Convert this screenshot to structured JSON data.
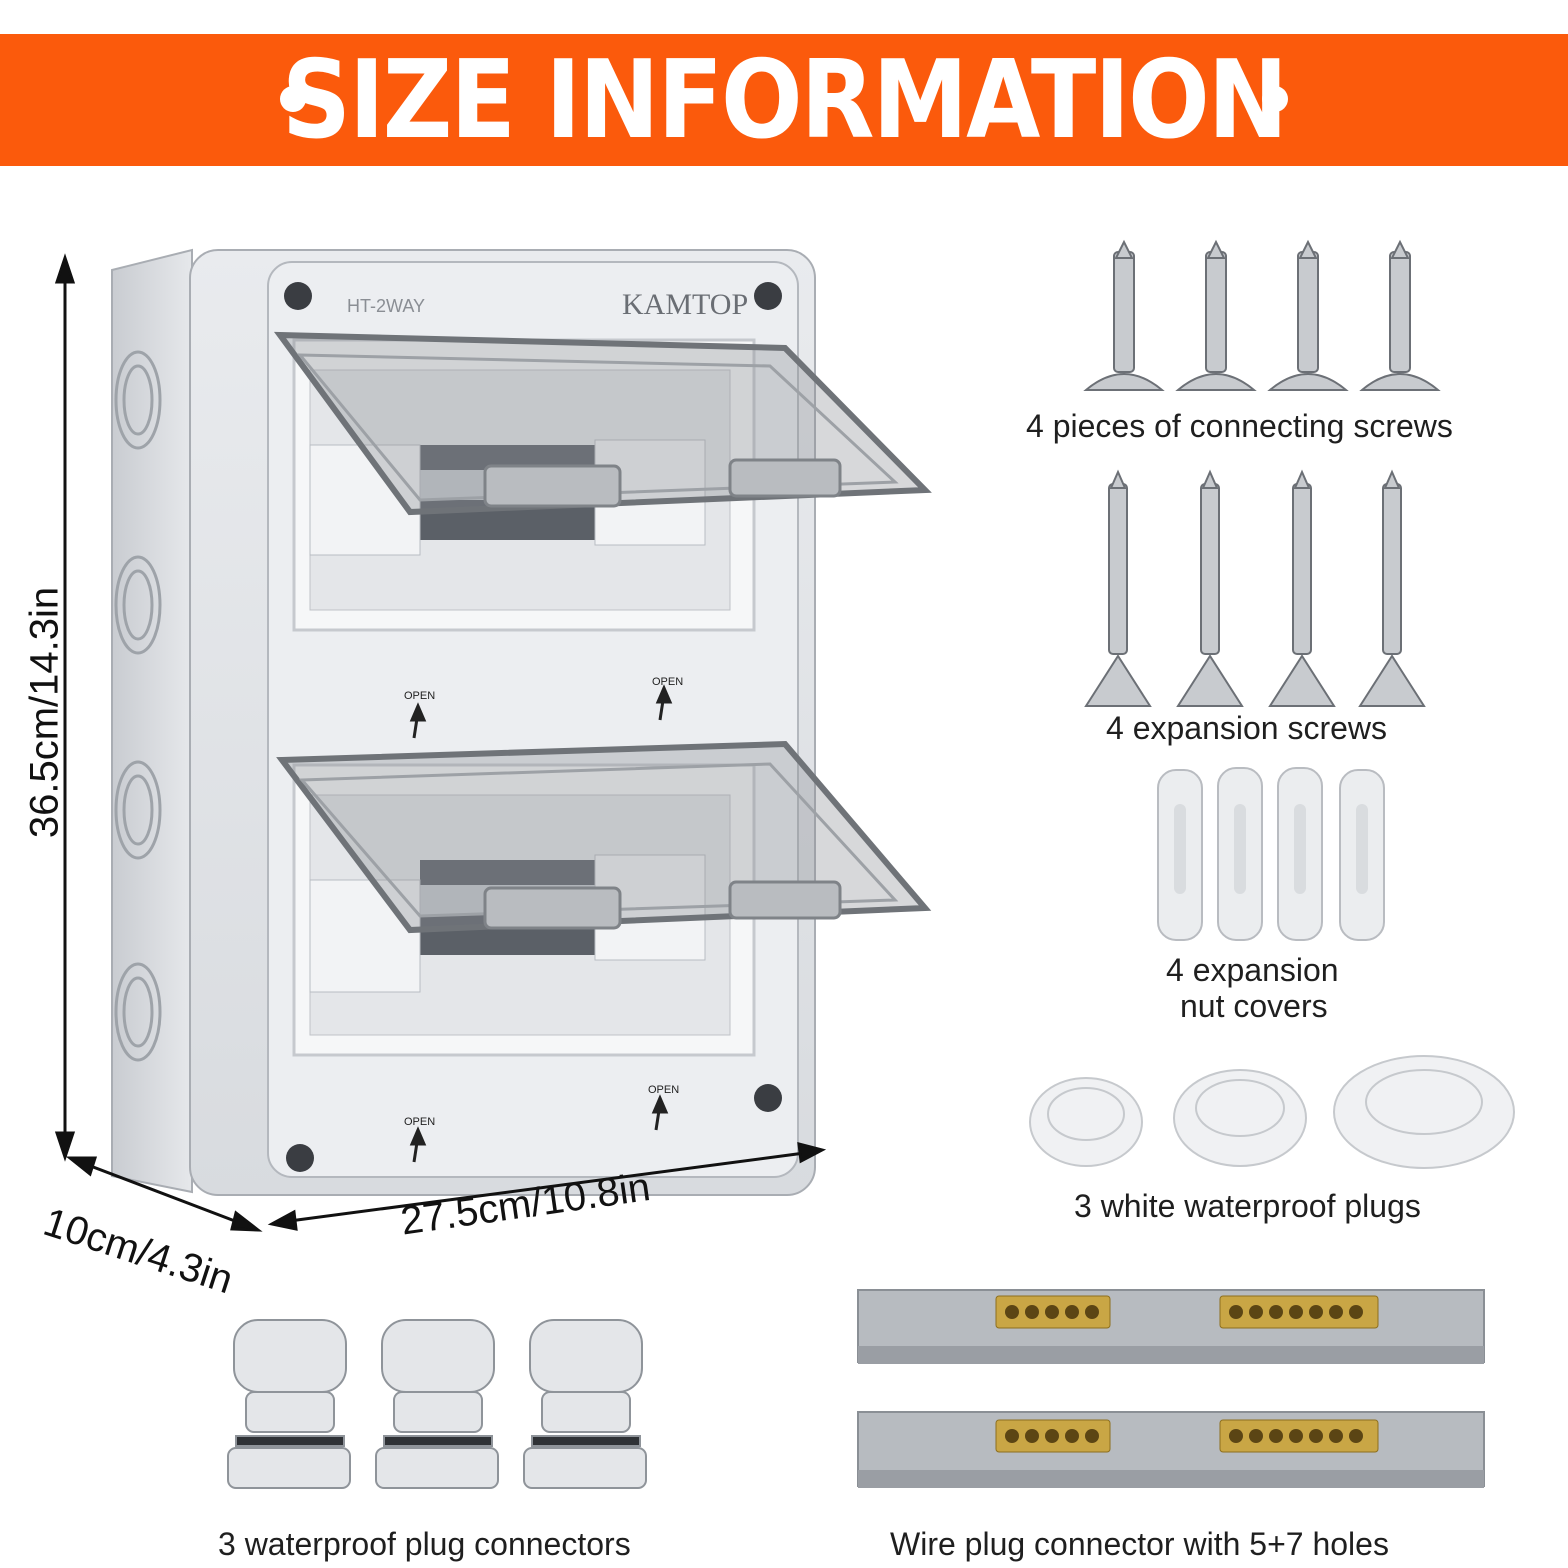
{
  "banner": {
    "title": "SIZE INFORMATION",
    "color": "#fb5a0c"
  },
  "enclosure": {
    "model_text": "HT-2WAY",
    "brand_text": "KAMTOP",
    "open_text": "OPEN"
  },
  "dimensions": {
    "height": "36.5cm/14.3in",
    "depth": "10cm/4.3in",
    "width": "27.5cm/10.8in"
  },
  "accessories": {
    "connecting_screws": "4 pieces of connecting screws",
    "expansion_screws": "4 expansion screws",
    "nut_covers_line1": "4 expansion",
    "nut_covers_line2": "nut covers",
    "white_plugs": "3 white waterproof plugs",
    "plug_connectors": "3 waterproof plug connectors",
    "wire_connector": "Wire plug connector with 5+7 holes"
  }
}
